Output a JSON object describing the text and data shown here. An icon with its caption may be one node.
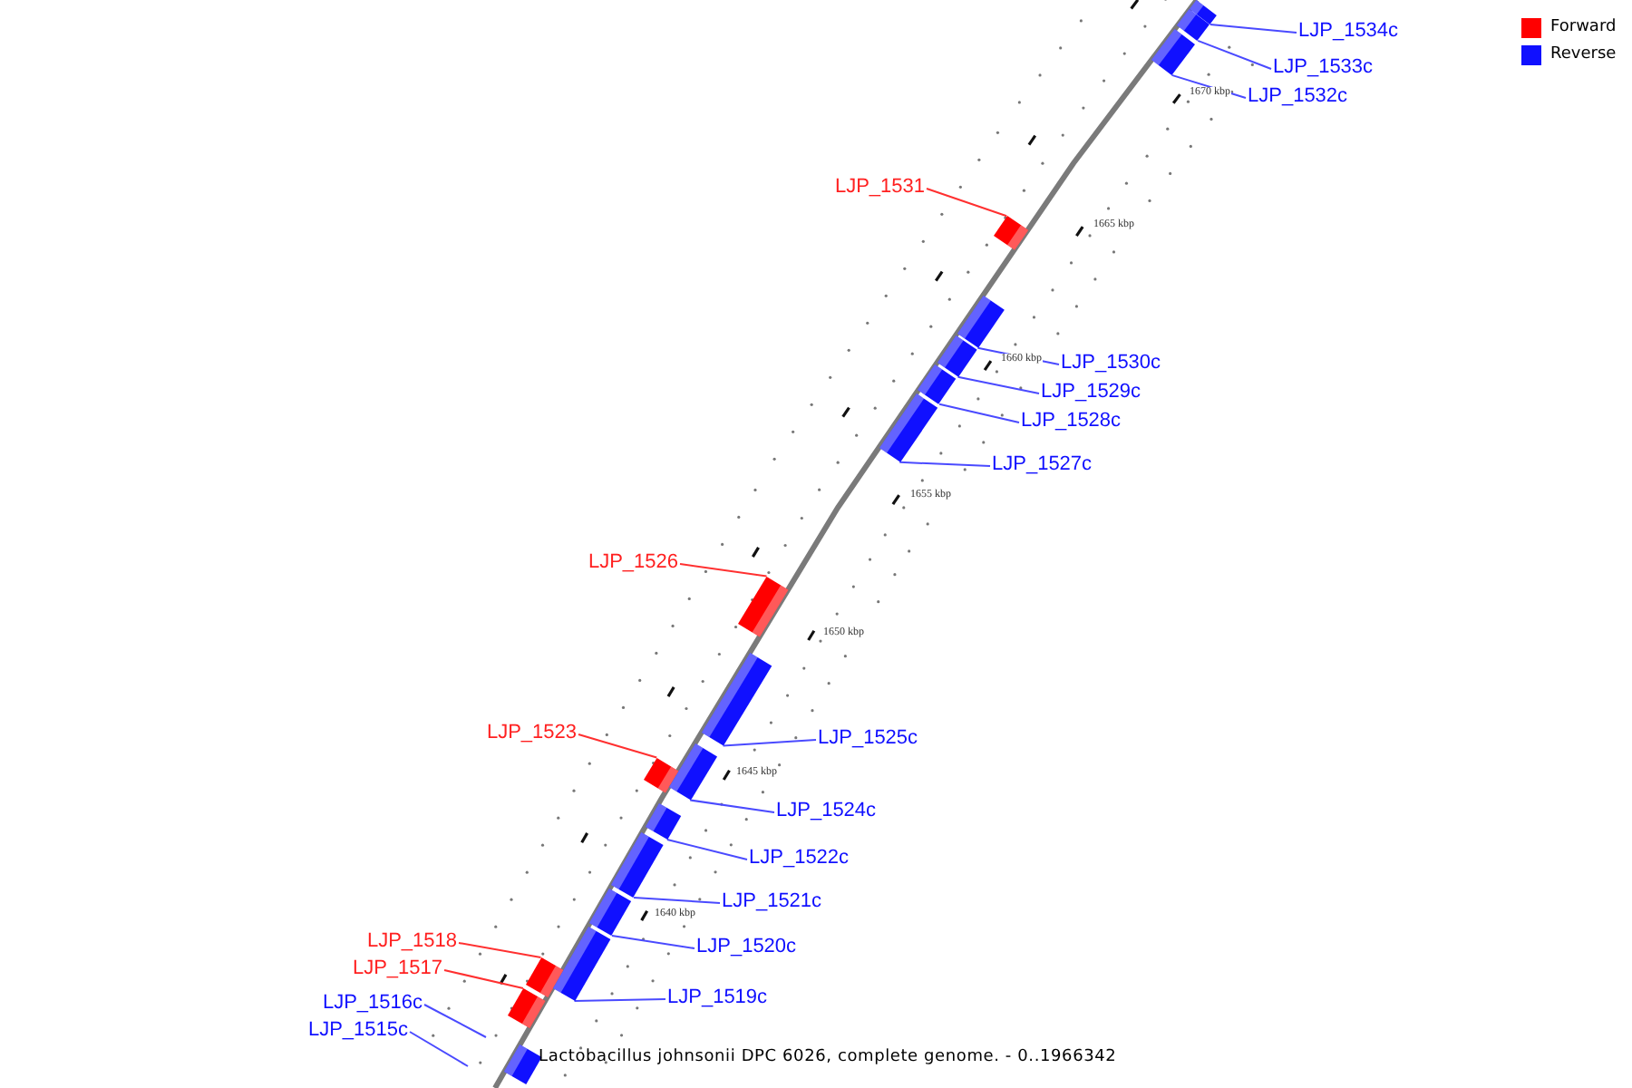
{
  "diagram": {
    "caption": "Lactobacillus johnsonii DPC 6026, complete genome. - 0..1966342",
    "nodes": [
      {
        "text": [
          "LJP_1534c"
        ]
      },
      {
        "text": [],
        "shape": "box"
      },
      {
        "text": [
          "LJP_1533c"
        ]
      },
      {
        "text": [],
        "shape": "box"
      },
      {
        "text": [
          "LJP_1532c"
        ]
      },
      {
        "text": [],
        "shape": "box"
      },
      {
        "text": [
          "LJP_1531"
        ]
      },
      {
        "text": [],
        "shape": "box"
      },
      {
        "text": [
          "LJP_1530c"
        ]
      },
      {
        "text": [],
        "shape": "box"
      },
      {
        "text": [
          "LJP_1529c"
        ]
      },
      {
        "text": [],
        "shape": "box"
      },
      {
        "text": [
          "LJP_1528c"
        ]
      },
      {
        "text": [],
        "shape": "box"
      },
      {
        "text": [
          "LJP_1527c"
        ]
      },
      {
        "text": [],
        "shape": "box"
      },
      {
        "text": [
          "LJP_1526"
        ]
      },
      {
        "text": [],
        "shape": "box"
      },
      {
        "text": [
          "LJP_1525c"
        ]
      },
      {
        "text": [],
        "shape": "box"
      },
      {
        "text": [
          "LJP_1523"
        ]
      },
      {
        "text": [],
        "shape": "box"
      },
      {
        "text": [
          "LJP_1524c"
        ]
      },
      {
        "text": [],
        "shape": "box"
      },
      {
        "text": [
          "LJP_1522c"
        ]
      },
      {
        "text": [],
        "shape": "box"
      },
      {
        "text": [
          "LJP_1521c"
        ]
      },
      {
        "text": [],
        "shape": "box"
      },
      {
        "text": [
          "LJP_1520c"
        ]
      },
      {
        "text": [],
        "shape": "box"
      },
      {
        "text": [
          "LJP_1518"
        ]
      },
      {
        "text": [],
        "shape": "box"
      },
      {
        "text": [
          "LJP_1519c"
        ]
      },
      {
        "text": [],
        "shape": "box"
      },
      {
        "text": [
          "LJP_1517"
        ]
      },
      {
        "text": [],
        "shape": "box"
      },
      {
        "text": [
          "LJP_1516c"
        ]
      },
      {
        "text": [
          "LJP_1515c"
        ]
      },
      {
        "text": [],
        "shape": "box"
      }
    ],
    "edges": [
      {
        "from": 0,
        "to": 1,
        "arrow": "none"
      },
      {
        "from": 2,
        "to": 3,
        "arrow": "none"
      },
      {
        "from": 4,
        "to": 5,
        "arrow": "none"
      },
      {
        "from": 6,
        "to": 7,
        "arrow": "none",
        "color": "#ff3030"
      },
      {
        "from": 8,
        "to": 9,
        "arrow": "none"
      },
      {
        "from": 10,
        "to": 11,
        "arrow": "none"
      },
      {
        "from": 12,
        "to": 13,
        "arrow": "none"
      },
      {
        "from": 14,
        "to": 15,
        "arrow": "none"
      },
      {
        "from": 16,
        "to": 17,
        "arrow": "none",
        "color": "#ff3030"
      },
      {
        "from": 18,
        "to": 19,
        "arrow": "none"
      },
      {
        "from": 20,
        "to": 21,
        "arrow": "none",
        "color": "#ff3030"
      },
      {
        "from": 22,
        "to": 23,
        "arrow": "none"
      },
      {
        "from": 24,
        "to": 25,
        "arrow": "none"
      },
      {
        "from": 26,
        "to": 27,
        "arrow": "none"
      },
      {
        "from": 28,
        "to": 29,
        "arrow": "none"
      },
      {
        "from": 30,
        "to": 31,
        "arrow": "none",
        "color": "#ff3030"
      },
      {
        "from": 32,
        "to": 33,
        "arrow": "none"
      },
      {
        "from": 34,
        "to": 35,
        "arrow": "none",
        "color": "#ff3030"
      },
      {
        "from": 36,
        "to": null,
        "arrow": "none"
      },
      {
        "from": 37,
        "to": null,
        "arrow": "none"
      }
    ],
    "labels": [
      "1670 kbp",
      "1665 kbp",
      "1660 kbp",
      "1655 kbp",
      "1650 kbp",
      "1645 kbp",
      "1640 kbp"
    ],
    "legend": [
      {
        "text": "Forward",
        "color": "#ff0000"
      },
      {
        "text": "Reverse",
        "color": "#1010ff"
      }
    ]
  }
}
